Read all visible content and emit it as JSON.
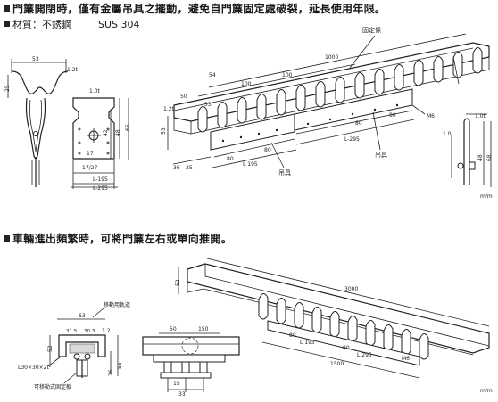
{
  "header": {
    "line1": "門簾開閉時，僅有金屬吊具之擺動，避免自門簾固定處破裂，延長使用年限。",
    "material_label": "材質：不銹鋼",
    "material_value": "SUS 304"
  },
  "section2": {
    "title": "車輛進出頻繁時，可將門簾左右或單向推開。"
  },
  "fig1": {
    "dim_53": "53",
    "dim_12t": "1.2t",
    "dim_25": "25",
    "dim_10t": "1.0t",
    "dim_65": "65",
    "dim_48": "48",
    "dim_42": "42",
    "dim_17": "17",
    "dim_17_27": "17/27",
    "dim_l195": "L-195",
    "dim_l295": "L-295"
  },
  "fig2": {
    "label_fixed_rail": "固定條",
    "label_hanger_a": "吊具",
    "label_hanger_b": "吊具",
    "dim_1000": "1000",
    "dim_100": "100",
    "dim_54": "54",
    "dim_50": "50",
    "dim_33": "33",
    "dim_12t": "1.2t",
    "dim_53": "53",
    "dim_36": "36",
    "dim_25": "25",
    "dim_80": "80",
    "dim_l195": "L 195",
    "dim_l295": "L-295",
    "dim_m6": "M6"
  },
  "fig3": {
    "dim_10t": "1.0t",
    "dim_10": "1.0",
    "dim_68": "68",
    "dim_48": "48",
    "unit": "m/m"
  },
  "fig4": {
    "label_moving_rail": "移動用軌道",
    "label_fixed_plate": "可移動式固定板",
    "dim_63": "63",
    "dim_315": "31.5",
    "dim_303": "30.3",
    "dim_12": "1.2",
    "dim_52": "52",
    "dim_l_angle": "L30×30×2t",
    "dim_26": "26",
    "dim_56": "56"
  },
  "fig5": {
    "dim_50": "50",
    "dim_150": "150",
    "dim_15": "15",
    "dim_33": "33"
  },
  "fig6": {
    "dim_52": "52",
    "dim_3000": "3000",
    "dim_l195": "L 195",
    "dim_l295": "L 295",
    "dim_80": "80",
    "dim_1500": "1500",
    "dim_m6": "M6",
    "unit": "m/m"
  }
}
